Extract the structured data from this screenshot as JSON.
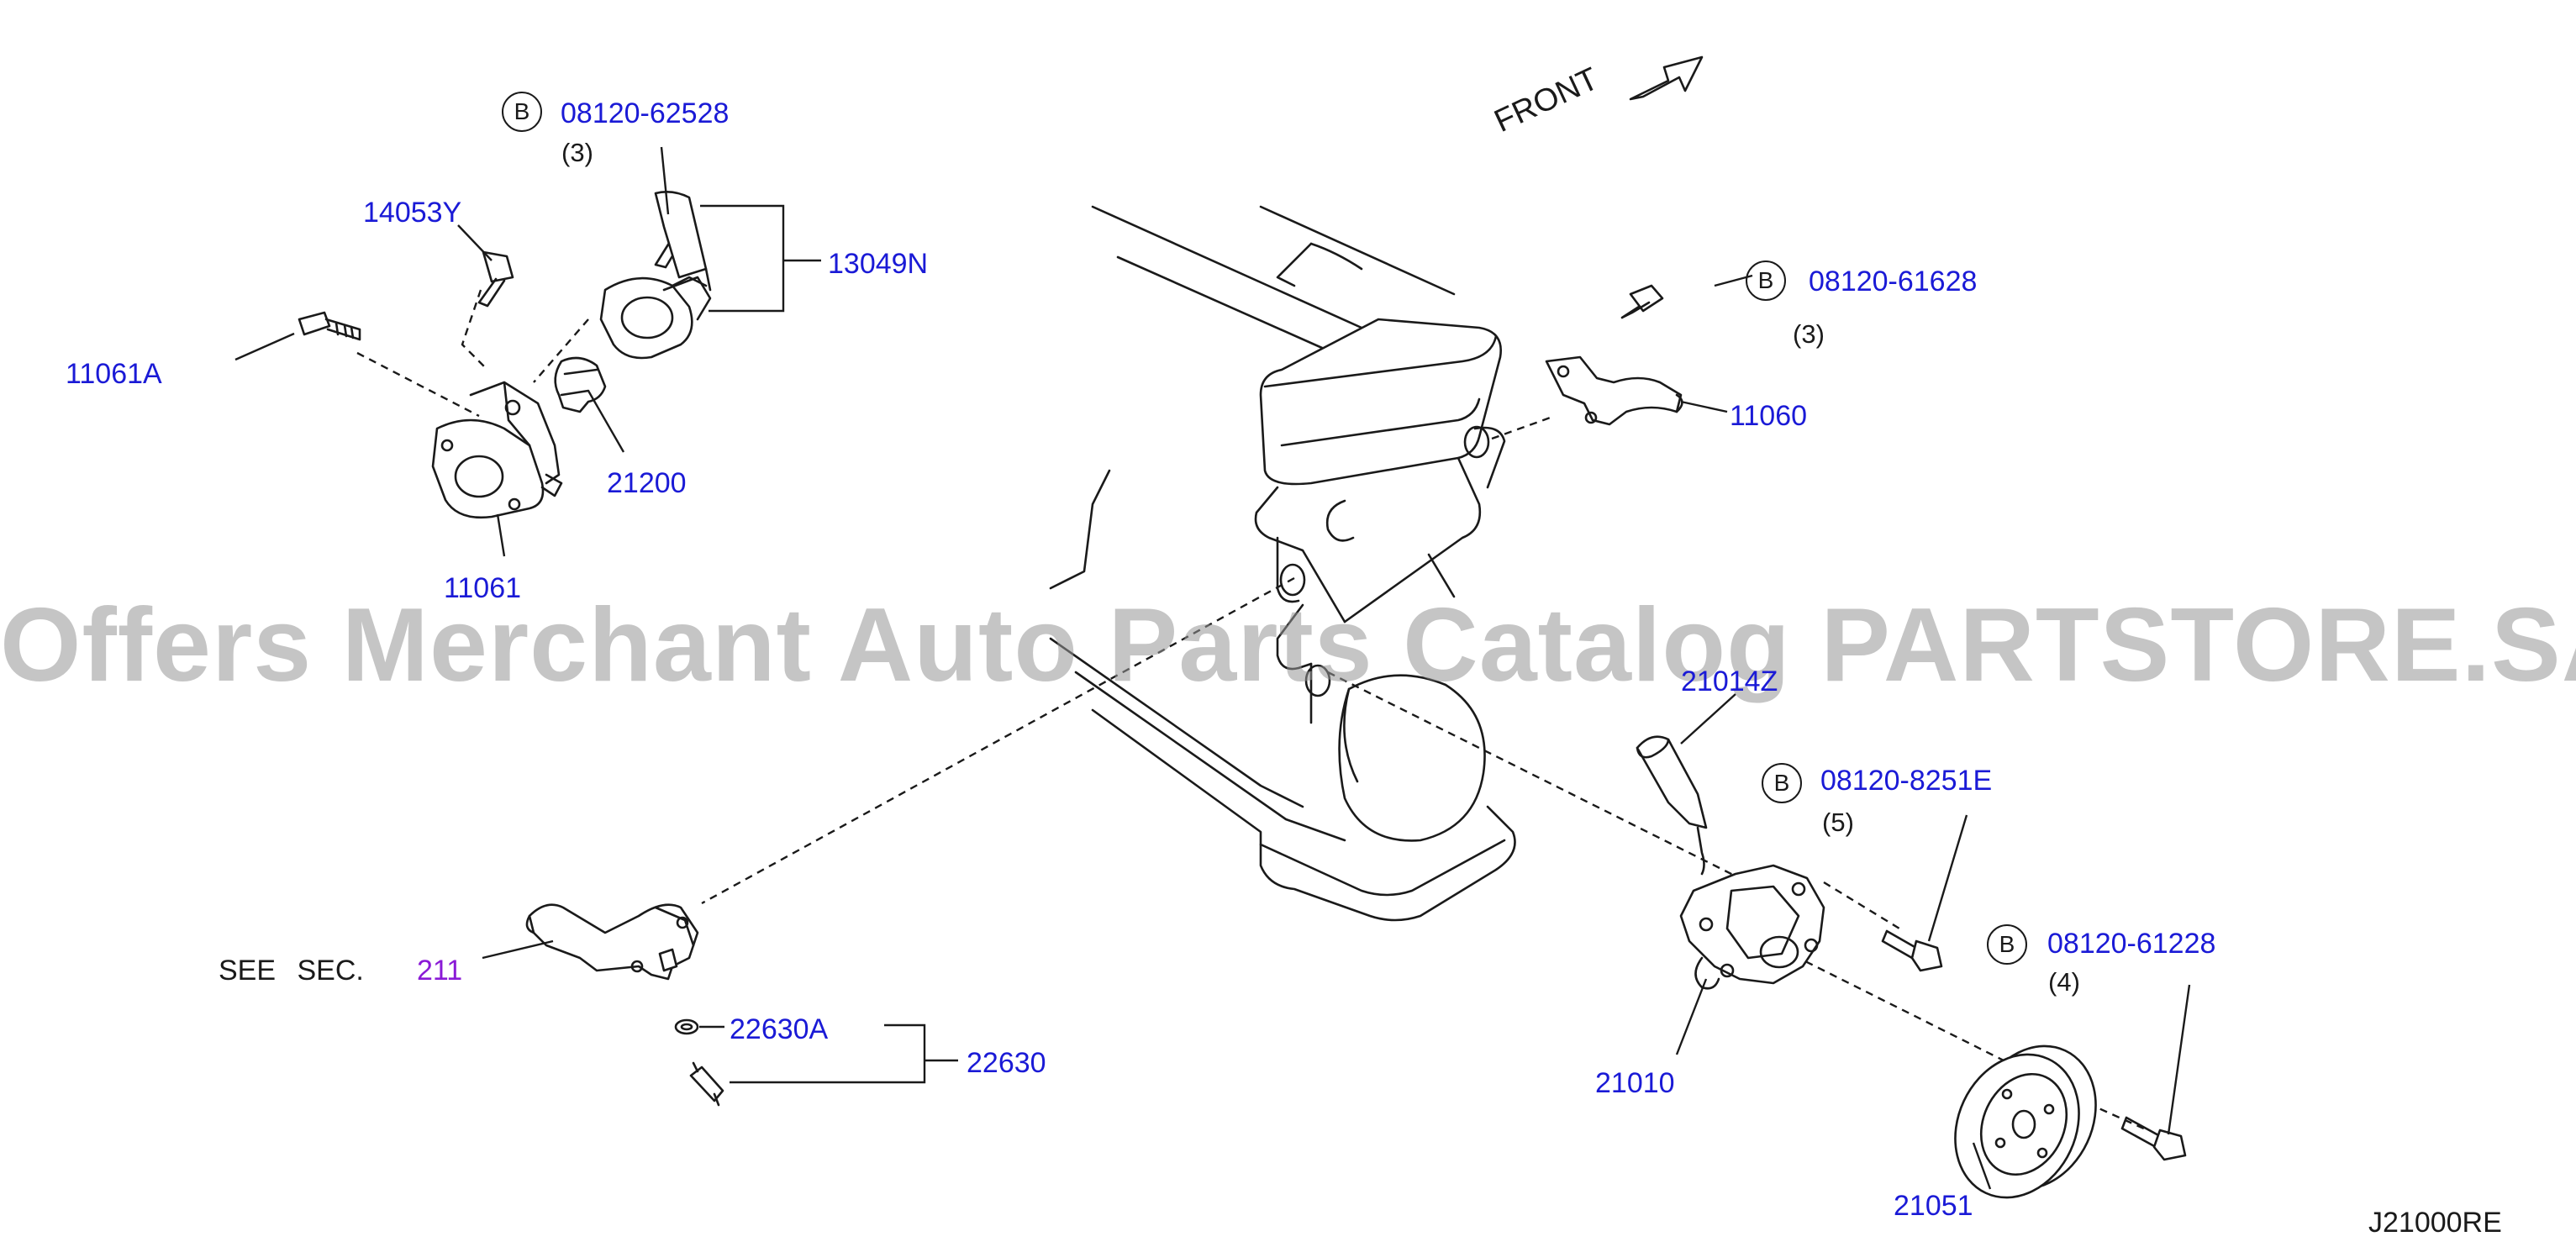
{
  "diagram": {
    "code": "J21000RE",
    "front_label": "FRONT",
    "watermark": "Offers Merchant Auto Parts Catalog PARTSTORE.SA",
    "see_sec_prefix": "SEE SEC.",
    "see_sec_number": "211",
    "bolt_badge": "B",
    "parts": {
      "p08120_62528": {
        "number": "08120-62528",
        "qty": "(3)"
      },
      "p14053Y": {
        "number": "14053Y"
      },
      "p13049N": {
        "number": "13049N"
      },
      "p11061A": {
        "number": "11061A"
      },
      "p21200": {
        "number": "21200"
      },
      "p11061": {
        "number": "11061"
      },
      "p08120_61628": {
        "number": "08120-61628",
        "qty": "(3)"
      },
      "p11060": {
        "number": "11060"
      },
      "p21014Z": {
        "number": "21014Z"
      },
      "p08120_8251E": {
        "number": "08120-8251E",
        "qty": "(5)"
      },
      "p08120_61228": {
        "number": "08120-61228",
        "qty": "(4)"
      },
      "p22630A": {
        "number": "22630A"
      },
      "p22630": {
        "number": "22630"
      },
      "p21010": {
        "number": "21010"
      },
      "p21051": {
        "number": "21051"
      }
    }
  }
}
